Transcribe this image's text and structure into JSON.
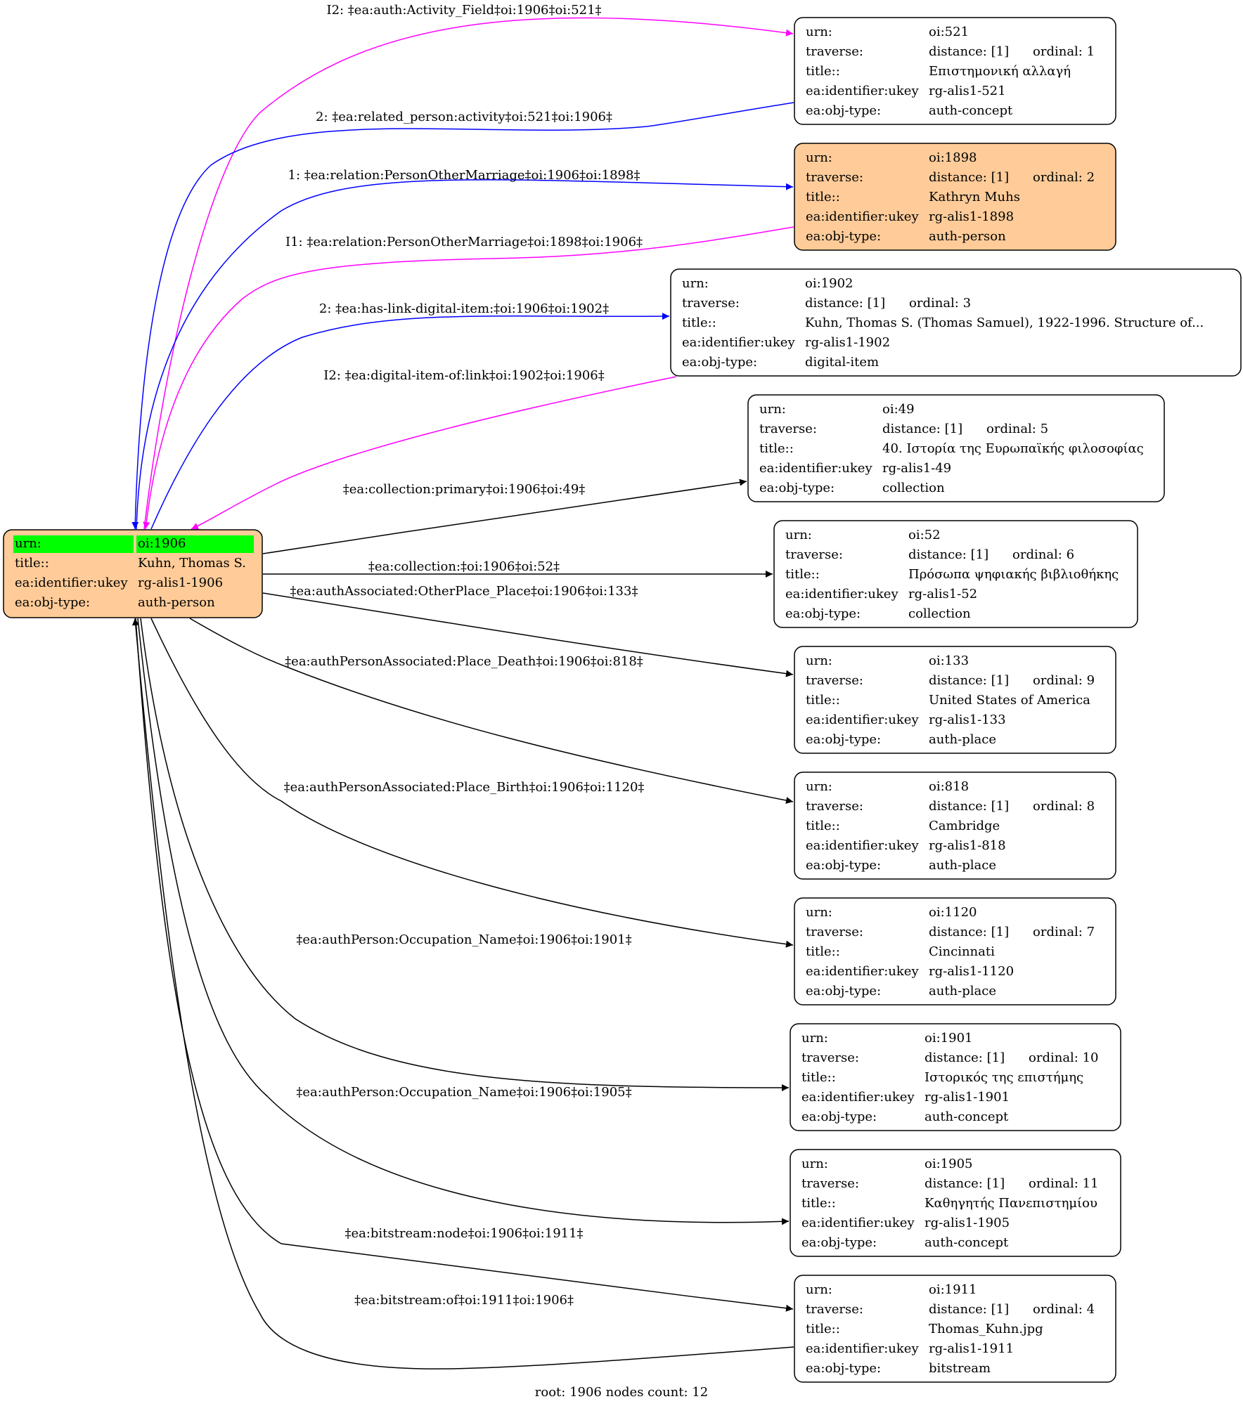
{
  "root_node": {
    "rows": [
      {
        "key": "urn:",
        "value": "oi:1906"
      },
      {
        "key": "title::",
        "value": "Kuhn, Thomas S."
      },
      {
        "key": "ea:identifier:ukey",
        "value": "rg-alis1-1906"
      },
      {
        "key": "ea:obj-type:",
        "value": "auth-person"
      }
    ],
    "fill": "#ffcc99",
    "highlight": "#00ff00"
  },
  "nodes": [
    {
      "urn": "oi:521",
      "distance": "distance: [1]",
      "ordinal": "ordinal: 1",
      "title": "Επιστημονική αλλαγή",
      "ukey": "rg-alis1-521",
      "objtype": "auth-concept"
    },
    {
      "urn": "oi:1898",
      "distance": "distance: [1]",
      "ordinal": "ordinal: 2",
      "title": "Kathryn Muhs",
      "ukey": "rg-alis1-1898",
      "objtype": "auth-person",
      "fill": "#ffcc99"
    },
    {
      "urn": "oi:1902",
      "distance": "distance: [1]",
      "ordinal": "ordinal: 3",
      "title": "Kuhn, Thomas S. (Thomas Samuel), 1922-1996.   Structure of...",
      "ukey": "rg-alis1-1902",
      "objtype": "digital-item"
    },
    {
      "urn": "oi:49",
      "distance": "distance: [1]",
      "ordinal": "ordinal: 5",
      "title": "40. Ιστορία της Ευρωπαϊκής φιλοσοφίας",
      "ukey": "rg-alis1-49",
      "objtype": "collection"
    },
    {
      "urn": "oi:52",
      "distance": "distance: [1]",
      "ordinal": "ordinal: 6",
      "title": "Πρόσωπα ψηφιακής βιβλιοθήκης",
      "ukey": "rg-alis1-52",
      "objtype": "collection"
    },
    {
      "urn": "oi:133",
      "distance": "distance: [1]",
      "ordinal": "ordinal: 9",
      "title": "United States of America",
      "ukey": "rg-alis1-133",
      "objtype": "auth-place"
    },
    {
      "urn": "oi:818",
      "distance": "distance: [1]",
      "ordinal": "ordinal: 8",
      "title": "Cambridge",
      "ukey": "rg-alis1-818",
      "objtype": "auth-place"
    },
    {
      "urn": "oi:1120",
      "distance": "distance: [1]",
      "ordinal": "ordinal: 7",
      "title": "Cincinnati",
      "ukey": "rg-alis1-1120",
      "objtype": "auth-place"
    },
    {
      "urn": "oi:1901",
      "distance": "distance: [1]",
      "ordinal": "ordinal: 10",
      "title": "Ιστορικός της επιστήμης",
      "ukey": "rg-alis1-1901",
      "objtype": "auth-concept"
    },
    {
      "urn": "oi:1905",
      "distance": "distance: [1]",
      "ordinal": "ordinal: 11",
      "title": "Καθηγητής Πανεπιστημίου",
      "ukey": "rg-alis1-1905",
      "objtype": "auth-concept"
    },
    {
      "urn": "oi:1911",
      "distance": "distance: [1]",
      "ordinal": "ordinal: 4",
      "title": "Thomas_Kuhn.jpg",
      "ukey": "rg-alis1-1911",
      "objtype": "bitstream"
    }
  ],
  "node_keys": {
    "urn": "urn:",
    "traverse": "traverse:",
    "title": "title::",
    "ukey": "ea:identifier:ukey",
    "objtype": "ea:obj-type:"
  },
  "edges": [
    {
      "label": "I2: ‡ea:auth:Activity_Field‡oi:1906‡oi:521‡",
      "color": "#ff00ff"
    },
    {
      "label": "2: ‡ea:related_person:activity‡oi:521‡oi:1906‡",
      "color": "#0000ff"
    },
    {
      "label": "1: ‡ea:relation:PersonOtherMarriage‡oi:1906‡oi:1898‡",
      "color": "#0000ff"
    },
    {
      "label": "I1: ‡ea:relation:PersonOtherMarriage‡oi:1898‡oi:1906‡",
      "color": "#ff00ff"
    },
    {
      "label": "2: ‡ea:has-link-digital-item:‡oi:1906‡oi:1902‡",
      "color": "#0000ff"
    },
    {
      "label": "I2: ‡ea:digital-item-of:link‡oi:1902‡oi:1906‡",
      "color": "#ff00ff"
    },
    {
      "label": "‡ea:collection:primary‡oi:1906‡oi:49‡",
      "color": "#000000"
    },
    {
      "label": "‡ea:collection:‡oi:1906‡oi:52‡",
      "color": "#000000"
    },
    {
      "label": "‡ea:authAssociated:OtherPlace_Place‡oi:1906‡oi:133‡",
      "color": "#000000"
    },
    {
      "label": "‡ea:authPersonAssociated:Place_Death‡oi:1906‡oi:818‡",
      "color": "#000000"
    },
    {
      "label": "‡ea:authPersonAssociated:Place_Birth‡oi:1906‡oi:1120‡",
      "color": "#000000"
    },
    {
      "label": "‡ea:authPerson:Occupation_Name‡oi:1906‡oi:1901‡",
      "color": "#000000"
    },
    {
      "label": "‡ea:authPerson:Occupation_Name‡oi:1906‡oi:1905‡",
      "color": "#000000"
    },
    {
      "label": "‡ea:bitstream:node‡oi:1906‡oi:1911‡",
      "color": "#000000"
    },
    {
      "label": "‡ea:bitstream:of‡oi:1911‡oi:1906‡",
      "color": "#000000"
    }
  ],
  "footer": "root: 1906 nodes count: 12"
}
